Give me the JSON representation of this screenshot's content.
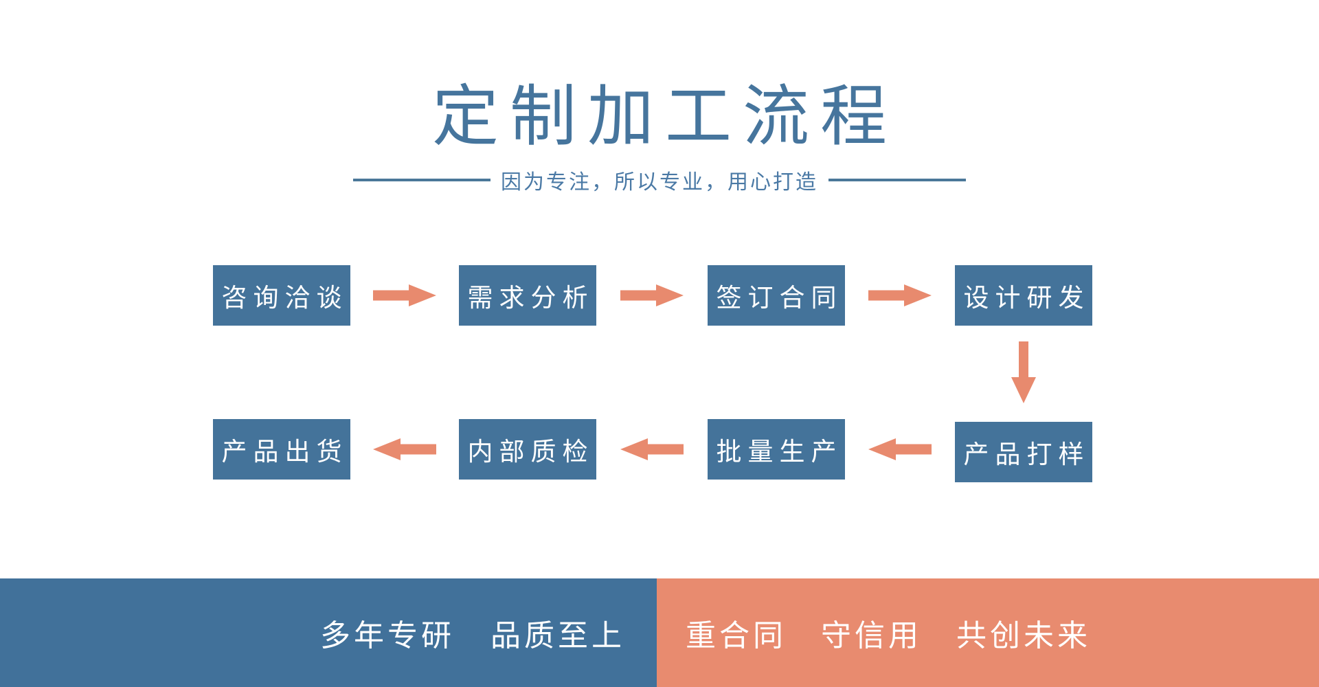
{
  "header": {
    "title": "定制加工流程",
    "subtitle": "因为专注，所以专业，用心打造"
  },
  "flow": {
    "steps": [
      {
        "label": "咨询洽谈"
      },
      {
        "label": "需求分析"
      },
      {
        "label": "签订合同"
      },
      {
        "label": "设计研发"
      },
      {
        "label": "产品打样"
      },
      {
        "label": "批量生产"
      },
      {
        "label": "内部质检"
      },
      {
        "label": "产品出货"
      }
    ],
    "arrow_icons": [
      "arrow-right-icon",
      "arrow-down-icon",
      "arrow-left-icon"
    ]
  },
  "footer": {
    "left": {
      "phrases": [
        "多年专研",
        "品质至上"
      ]
    },
    "right": {
      "phrases": [
        "重合同",
        "守信用",
        "共创未来"
      ]
    }
  },
  "colors": {
    "title_blue": "#46759D",
    "subtitle_blue": "#4A79A5",
    "box_blue": "#44739A",
    "footer_blue": "#41719A",
    "arrow_orange": "#E88A6E",
    "footer_orange": "#E88B6F",
    "text_white": "#FFFFFF",
    "background": "#FFFFFF"
  }
}
